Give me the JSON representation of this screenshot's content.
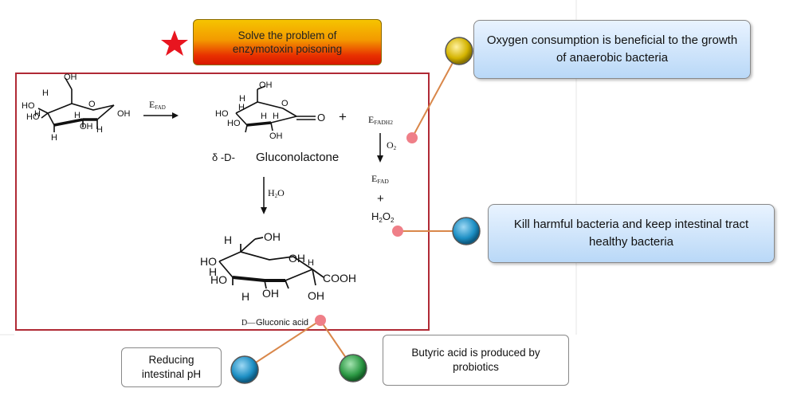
{
  "title": "Solve the problem of enzymotoxin poisoning",
  "callouts": {
    "oxygen": "Oxygen consumption is beneficial to the growth of anaerobic bacteria",
    "kill": "Kill harmful bacteria and keep intestinal tract healthy bacteria",
    "ph": "Reducing intestinal pH",
    "butyric": "Butyric acid is produced by probiotics"
  },
  "reaction": {
    "enzyme_fad": "E",
    "enzyme_fad_sub": "FAD",
    "plus": "+",
    "enzyme_fadh2": "E",
    "enzyme_fadh2_sub": "FADH2",
    "o2": "O",
    "o2_sub": "2",
    "efad_product": "E",
    "efad_product_sub": "FAD",
    "h2o2_h": "H",
    "h2o2_sub1": "2",
    "h2o2_o": "O",
    "h2o2_sub2": "2",
    "water_h": "H",
    "water_sub": "2",
    "water_o": "O",
    "lactone_prefix": "δ -D-",
    "lactone_name": "Gluconolactone",
    "acid_prefix": "D",
    "acid_name": "Gluconic acid"
  },
  "glucose_labels": {
    "oh_top": "OH",
    "h_top": "H",
    "o_ring": "O",
    "ho_left": "HO",
    "h_left": "H",
    "ho_bottom": "HO",
    "h_bottom": "H",
    "oh_right": "OH",
    "oh_mid": "OH",
    "h_mid": "H",
    "h_low": "H"
  },
  "lactone_labels": {
    "oh_top": "OH",
    "h_top": "H",
    "o_ring": "O",
    "ho_left": "HO",
    "h_left": "H",
    "ho_bottom": "HO",
    "h_mid": "H",
    "h_mid2": "H",
    "oh_bottom": "OH",
    "o_carbonyl": "O"
  },
  "acid_labels": {
    "oh_top": "OH",
    "h_top": "H",
    "ho_left": "HO",
    "h_left": "H",
    "ho_bottom": "HO",
    "oh_mid": "OH",
    "h_mid": "H",
    "cooh": "COOH",
    "oh_low1": "OH",
    "oh_low2": "OH",
    "h_low": "H"
  },
  "colors": {
    "panel_border": "#b02a35",
    "star": "#e8151f",
    "connector": "#d9874a",
    "dot_yellow": "#d4b400",
    "dot_blue": "#1d8fc4",
    "dot_green": "#2d9a45",
    "dot_pink": "#ef7f88"
  }
}
